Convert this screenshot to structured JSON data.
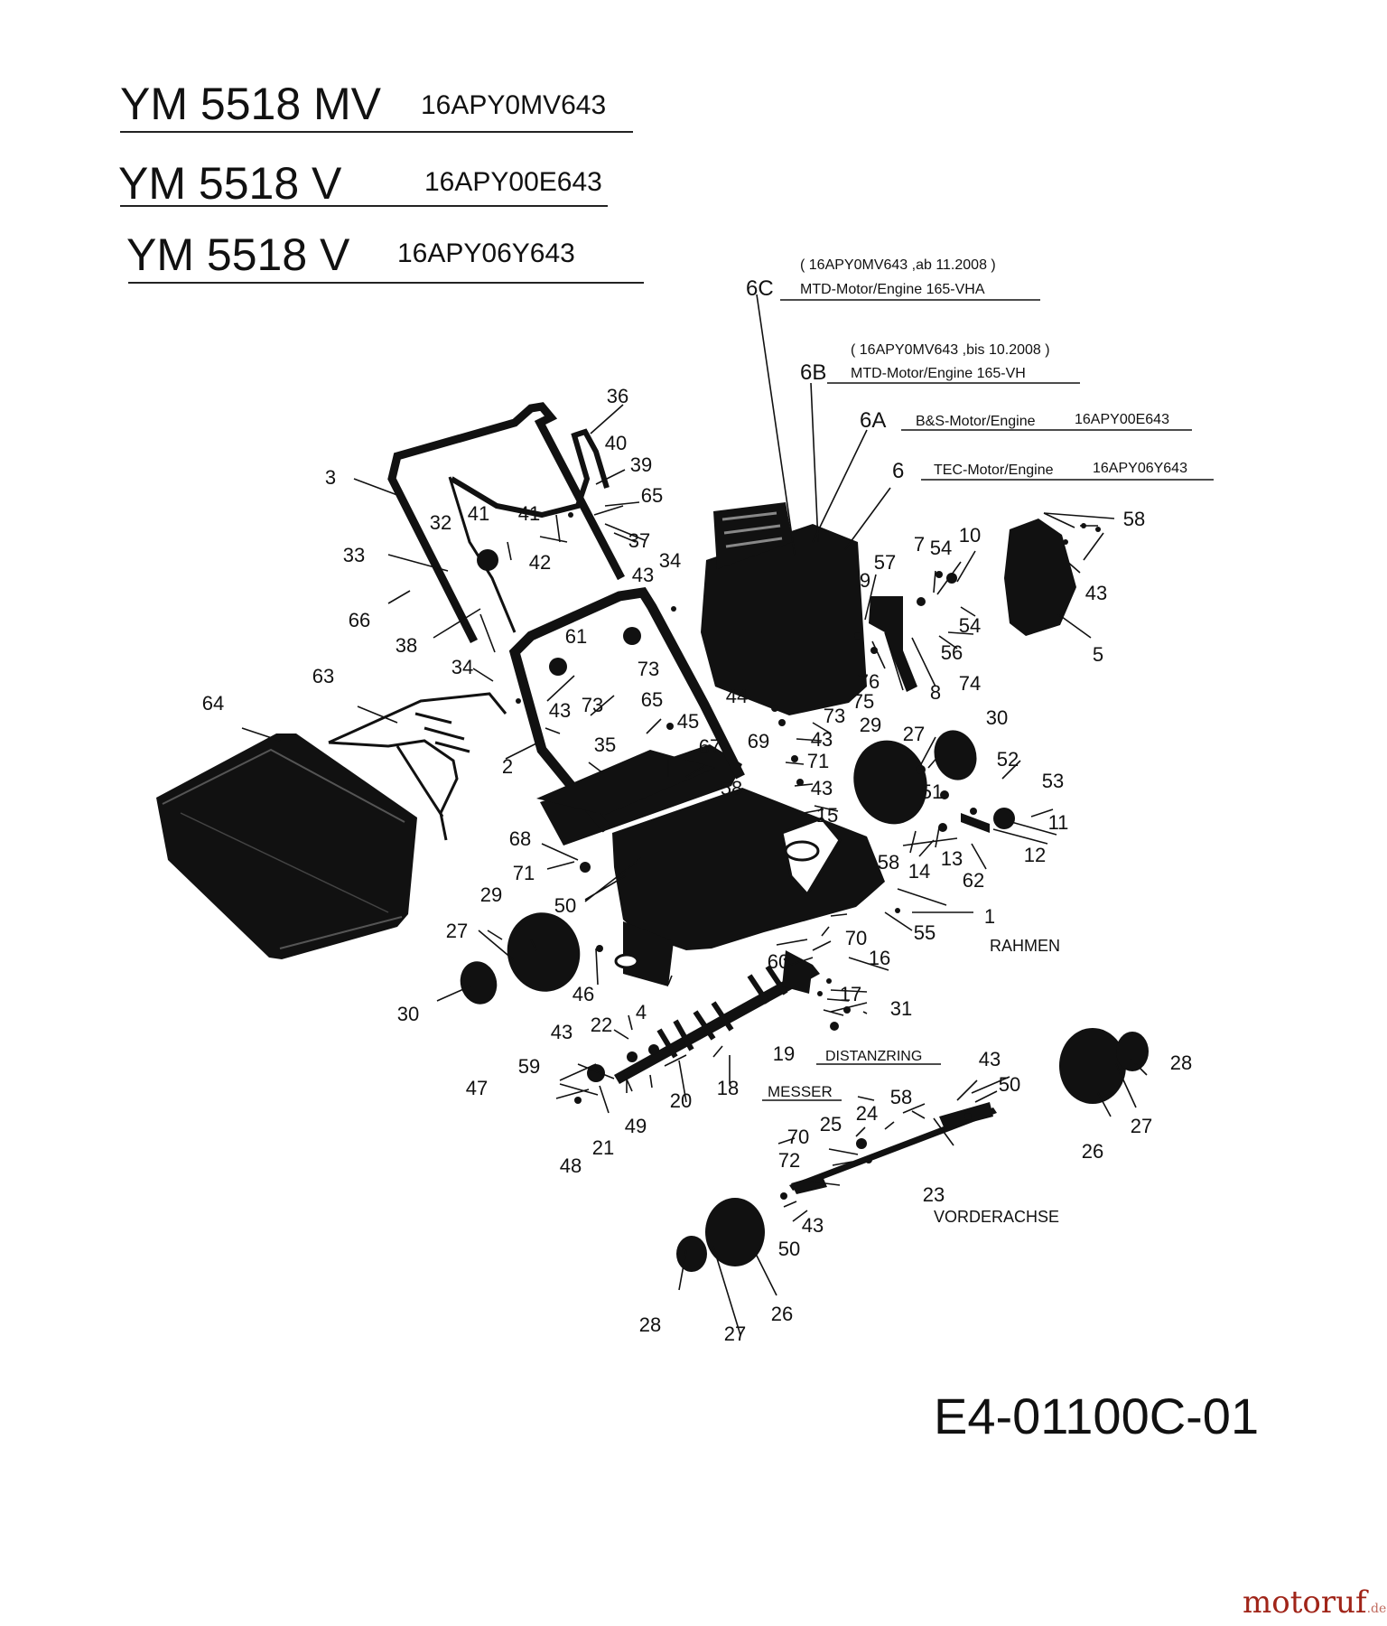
{
  "header": {
    "models": [
      {
        "model": "YM 5518 MV",
        "code": "16APY0MV643"
      },
      {
        "model": "YM 5518 V",
        "code": "16APY00E643"
      },
      {
        "model": "YM 5518 V",
        "code": "16APY06Y643"
      }
    ]
  },
  "engine_variants": [
    {
      "key": "6C",
      "note": "( 16APY0MV643 ,ab 11.2008 )",
      "desc": "MTD-Motor/Engine  165-VHA"
    },
    {
      "key": "6B",
      "note": "( 16APY0MV643 ,bis 10.2008 )",
      "desc": "MTD-Motor/Engine 165-VH"
    },
    {
      "key": "6A",
      "desc": "B&S-Motor/Engine",
      "code": "16APY00E643"
    },
    {
      "key": "6",
      "desc": "TEC-Motor/Engine",
      "code": "16APY06Y643"
    }
  ],
  "part_labels": [
    "1",
    "2",
    "3",
    "4",
    "5",
    "7",
    "8",
    "9",
    "10",
    "11",
    "12",
    "13",
    "14",
    "15",
    "16",
    "17",
    "18",
    "19",
    "20",
    "21",
    "22",
    "23",
    "24",
    "25",
    "26",
    "27",
    "28",
    "29",
    "30",
    "31",
    "32",
    "33",
    "34",
    "35",
    "36",
    "37",
    "38",
    "39",
    "40",
    "41",
    "42",
    "43",
    "44",
    "45",
    "46",
    "47",
    "48",
    "49",
    "50",
    "51",
    "52",
    "53",
    "54",
    "55",
    "56",
    "57",
    "58",
    "59",
    "60",
    "61",
    "62",
    "63",
    "64",
    "65",
    "66",
    "67",
    "68",
    "69",
    "70",
    "71",
    "72",
    "73",
    "74",
    "75",
    "76"
  ],
  "name_labels": {
    "rahmen": "RAHMEN",
    "distanzring": "DISTANZRING",
    "messer": "MESSER",
    "vorderachse": "VORDERACHSE"
  },
  "document_id": "E4-01100C-01",
  "watermark": {
    "text": "motoruf",
    "suffix": ".de"
  }
}
